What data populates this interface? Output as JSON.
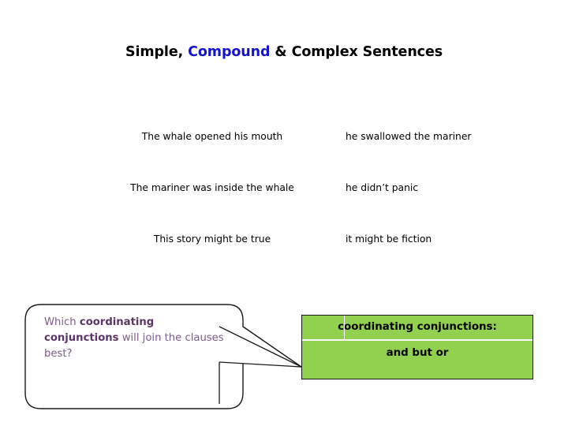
{
  "slide": {
    "background_color": "#ffffff",
    "title": {
      "before": "Simple, ",
      "highlight": "Compound",
      "after": " & Complex Sentences",
      "highlight_color": "#1414C8"
    },
    "clause_table": {
      "rows": [
        {
          "left": "The whale opened his mouth",
          "right": "he swallowed the mariner"
        },
        {
          "left": "The mariner was inside the whale",
          "right": "he didn’t panic"
        },
        {
          "left": "This story might be true",
          "right": "it might be fiction"
        }
      ]
    },
    "speech_bubble": {
      "text_part1": "Which ",
      "text_bold": "coordinating conjunctions",
      "text_part2": " will join the clauses best?",
      "text_color": "#7C5C8C",
      "bold_color": "#5C3566",
      "outline_color": "#1a1a1a"
    },
    "answer_box": {
      "heading": "coordinating conjunctions:",
      "body": "and but or",
      "fill_color": "#92D050",
      "border_color": "#1a1a1a",
      "divider_color": "#ffffff"
    }
  }
}
